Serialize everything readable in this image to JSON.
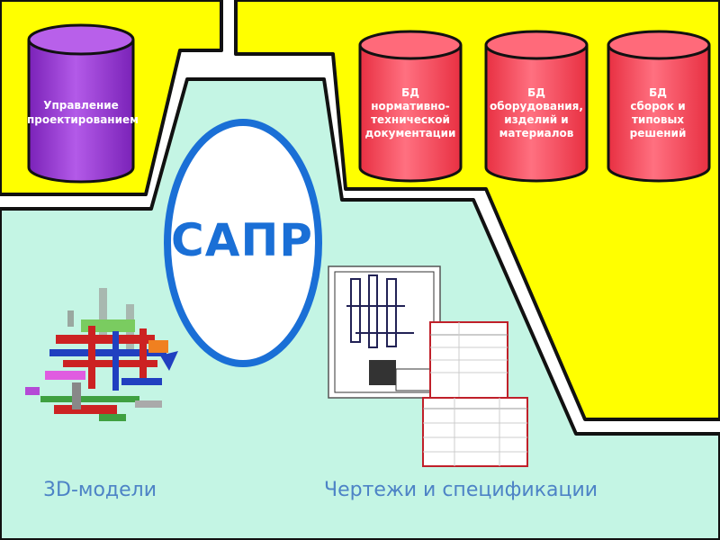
{
  "colors": {
    "yellow": "#ffff00",
    "mint": "#c4f5e4",
    "outline": "#111111",
    "purple": "#9a3fd4",
    "red": "#ff5060",
    "circle_border": "#1a6fd6",
    "caption": "#4d83c6"
  },
  "management_db": {
    "lines": [
      "Управление",
      "проектированием"
    ]
  },
  "databases": [
    {
      "lines": [
        "БД",
        "нормативно-",
        "технической",
        "документации"
      ]
    },
    {
      "lines": [
        "БД",
        "оборудования,",
        "изделий и",
        "материалов"
      ]
    },
    {
      "lines": [
        "БД",
        "сборок и",
        "типовых",
        "решений"
      ]
    }
  ],
  "center": {
    "label": "САПР"
  },
  "captions": {
    "models_3d": "3D-модели",
    "drawings": "Чертежи и спецификации"
  },
  "icons": {
    "model": "3d-plant-model-icon",
    "drawing": "technical-drawing-icon",
    "specification": "specification-sheet-icon"
  }
}
